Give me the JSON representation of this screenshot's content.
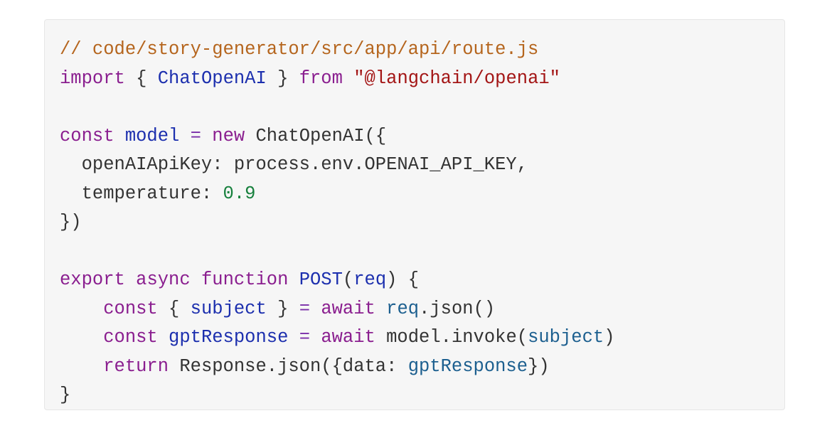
{
  "code": {
    "line1": {
      "comment": "// code/story-generator/src/app/api/route.js"
    },
    "line2": {
      "kw_import": "import",
      "brace_open": " { ",
      "class_name": "ChatOpenAI",
      "brace_close": " } ",
      "kw_from": "from",
      "space": " ",
      "module": "\"@langchain/openai\""
    },
    "line3": {},
    "line4": {
      "kw_const": "const",
      "space1": " ",
      "var_model": "model",
      "space2": " ",
      "op_eq": "=",
      "space3": " ",
      "kw_new": "new",
      "rest": " ChatOpenAI({"
    },
    "line5": {
      "text": "  openAIApiKey: process.env.OPENAI_API_KEY,"
    },
    "line6": {
      "prop": "  temperature: ",
      "num": "0.9"
    },
    "line7": {
      "text": "})"
    },
    "line8": {},
    "line9": {
      "kw_export": "export",
      "space1": " ",
      "kw_async": "async",
      "space2": " ",
      "kw_function": "function",
      "space3": " ",
      "fn_name": "POST",
      "paren_open": "(",
      "param": "req",
      "paren_close": ") {"
    },
    "line10": {
      "indent": "    ",
      "kw_const": "const",
      "brace_open": " { ",
      "var_subject": "subject",
      "brace_close": " } ",
      "op_eq": "=",
      "space": " ",
      "kw_await": "await",
      "space2": " ",
      "ref_req": "req",
      "rest": ".json()"
    },
    "line11": {
      "indent": "    ",
      "kw_const": "const",
      "space1": " ",
      "var_gpt": "gptResponse",
      "space2": " ",
      "op_eq": "=",
      "space3": " ",
      "kw_await": "await",
      "mid": " model.invoke(",
      "ref_subject": "subject",
      "end": ")"
    },
    "line12": {
      "indent": "    ",
      "kw_return": "return",
      "mid": " Response.json({data: ",
      "ref_gpt": "gptResponse",
      "end": "})"
    },
    "line13": {
      "text": "}"
    }
  }
}
